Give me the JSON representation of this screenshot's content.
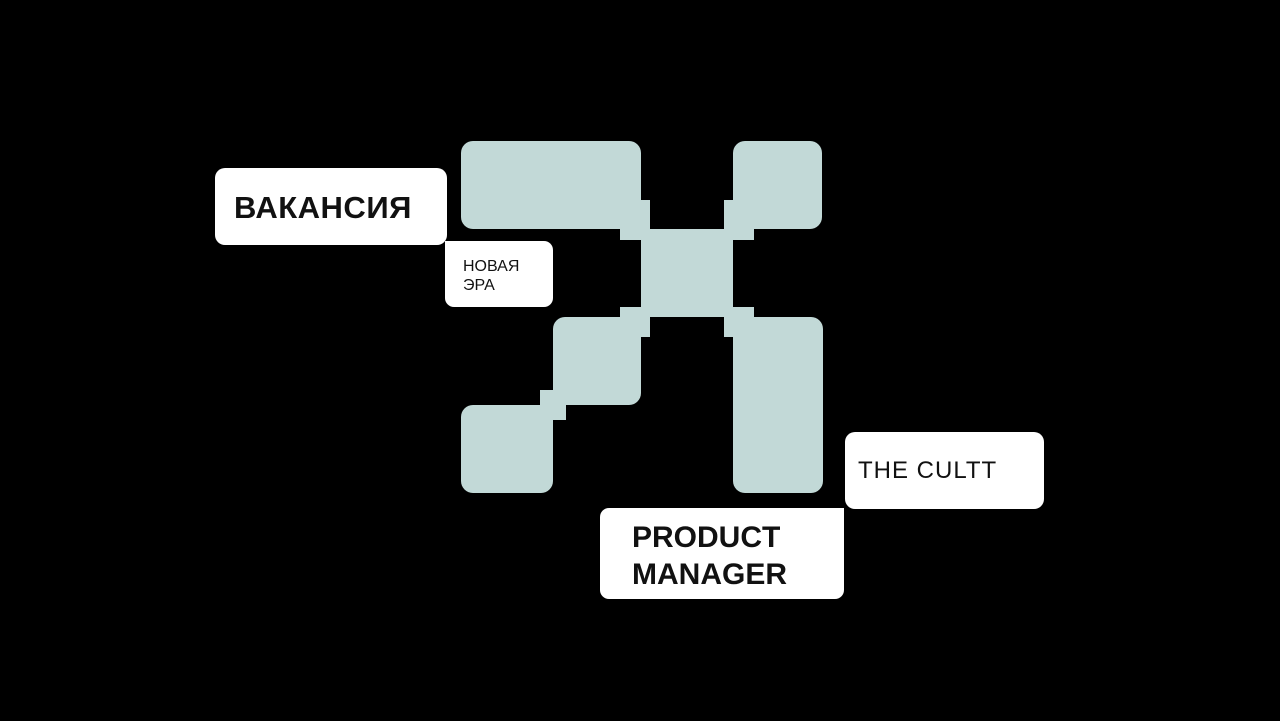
{
  "colors": {
    "background": "#000000",
    "shape": "#c2d9d7",
    "label_bg": "#ffffff",
    "text": "#111111"
  },
  "labels": {
    "vacancy": "ВАКАНСИЯ",
    "era_line1": "НОВАЯ",
    "era_line2": "ЭРА",
    "company": "THE CULTT",
    "role_line1": "PRODUCT",
    "role_line2": "MANAGER"
  },
  "logo": {
    "icon": "pixel-x-logo-icon"
  }
}
